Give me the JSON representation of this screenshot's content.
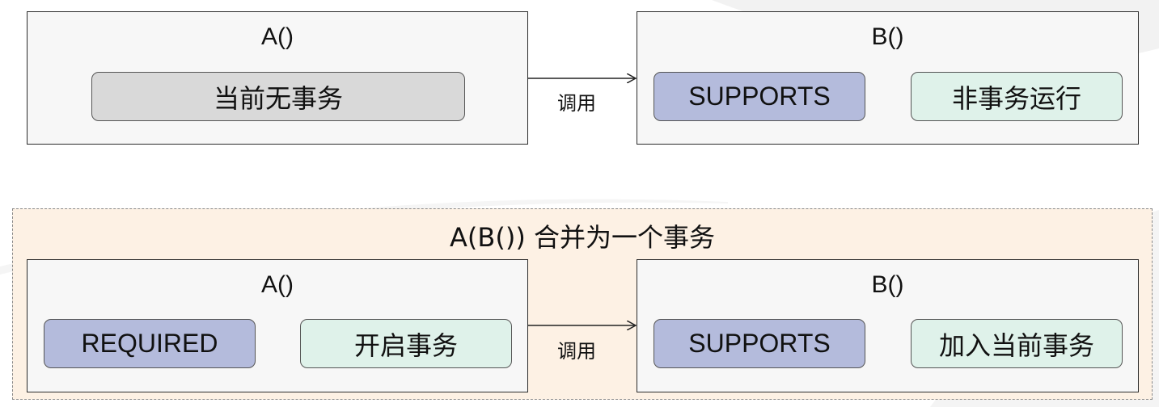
{
  "top": {
    "a_title": "A()",
    "a_state": "当前无事务",
    "call_label": "调用",
    "b_title": "B()",
    "b_propagation": "SUPPORTS",
    "b_result": "非事务运行"
  },
  "bottom": {
    "group_title": "A(B()) 合并为一个事务",
    "a_title": "A()",
    "a_propagation": "REQUIRED",
    "a_result": "开启事务",
    "call_label": "调用",
    "b_title": "B()",
    "b_propagation": "SUPPORTS",
    "b_result": "加入当前事务"
  },
  "colors": {
    "gray_pill": "#d9d9d9",
    "blue_pill": "#b4bbdc",
    "green_pill": "#dff2ea",
    "group_background": "#fdf1e4"
  }
}
